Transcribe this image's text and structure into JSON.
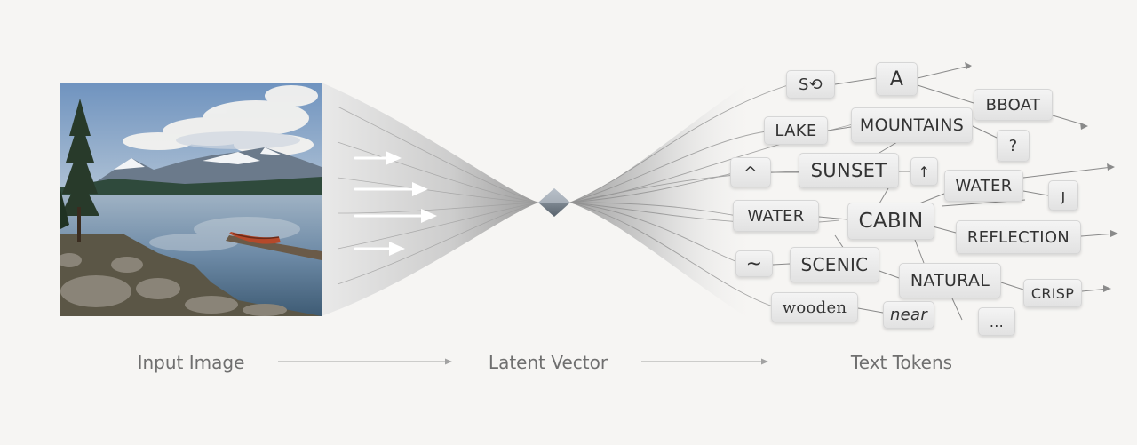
{
  "stages": {
    "input": "Input Image",
    "latent": "Latent Vector",
    "tokens": "Text Tokens"
  },
  "tokens": [
    {
      "id": "s-glyph",
      "text": "S⟲",
      "kind": "glyph"
    },
    {
      "id": "a",
      "text": "A"
    },
    {
      "id": "bboat",
      "text": "BBOAT"
    },
    {
      "id": "lake",
      "text": "LAKE"
    },
    {
      "id": "mountains",
      "text": "MOUNTAINS"
    },
    {
      "id": "question",
      "text": "?",
      "kind": "glyph"
    },
    {
      "id": "caret",
      "text": "^",
      "kind": "glyph"
    },
    {
      "id": "sunset",
      "text": "SUNSET"
    },
    {
      "id": "arrow-glyph",
      "text": "↑",
      "kind": "glyph"
    },
    {
      "id": "water-1",
      "text": "WATER"
    },
    {
      "id": "j-glyph",
      "text": "ȷ",
      "kind": "glyph"
    },
    {
      "id": "water-2",
      "text": "WATER"
    },
    {
      "id": "cabin",
      "text": "CABIN"
    },
    {
      "id": "reflection",
      "text": "REFLECTION"
    },
    {
      "id": "tilde",
      "text": "~",
      "kind": "glyph"
    },
    {
      "id": "scenic",
      "text": "SCENIC"
    },
    {
      "id": "natural",
      "text": "NATURAL"
    },
    {
      "id": "crisp",
      "text": "CRISP"
    },
    {
      "id": "wooden",
      "text": "wooden"
    },
    {
      "id": "near",
      "text": "near"
    },
    {
      "id": "ellipsis",
      "text": "...",
      "kind": "glyph"
    }
  ],
  "icons": [
    "flow-arrow-icon",
    "latent-vector-icon",
    "stage-arrow-icon"
  ]
}
